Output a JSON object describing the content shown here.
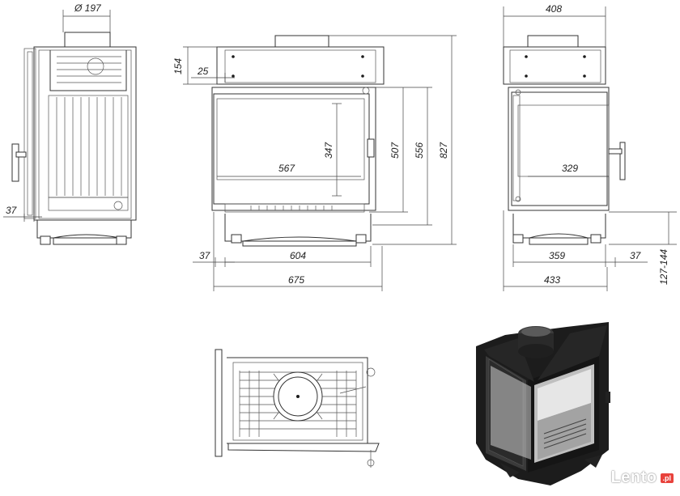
{
  "dimensions": {
    "flue_diameter": "Ø 197",
    "top_depth": "408",
    "d154": "154",
    "d25": "25",
    "d347": "347",
    "d507": "507",
    "d556": "556",
    "d827": "827",
    "d567": "567",
    "d329": "329",
    "left_37": "37",
    "front_37": "37",
    "d604": "604",
    "d675": "675",
    "d359": "359",
    "right_37": "37",
    "d433": "433",
    "leg_range": "127-144"
  },
  "watermark": {
    "brand": "Lento",
    "badge": ".pl"
  }
}
